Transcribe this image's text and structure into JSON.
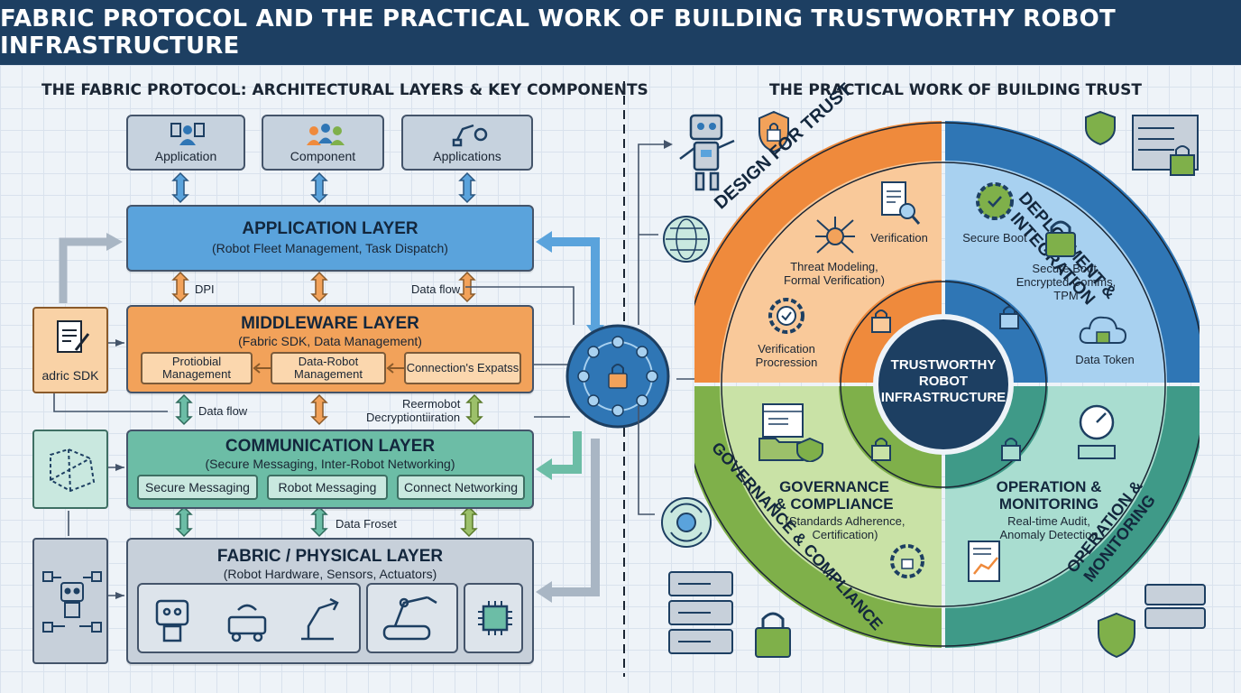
{
  "title": "FABRIC PROTOCOL AND THE PRACTICAL WORK OF BUILDING TRUSTWORTHY ROBOT INFRASTRUCTURE",
  "left": {
    "heading": "THE FABRIC PROTOCOL: ARCHITECTURAL LAYERS & KEY COMPONENTS",
    "top_boxes": [
      "Application",
      "Component",
      "Applications"
    ],
    "application_layer": {
      "title": "APPLICATION LAYER",
      "subtitle": "(Robot Fleet Management, Task Dispatch)"
    },
    "middleware_layer": {
      "title": "MIDDLEWARE LAYER",
      "subtitle": "(Fabric SDK, Data Management)",
      "items": [
        "Protiobial Management",
        "Data-Robot Management",
        "Connection's Expatss"
      ]
    },
    "communication_layer": {
      "title": "COMMUNICATION LAYER",
      "subtitle": "(Secure Messaging, Inter-Robot Networking)",
      "items": [
        "Secure Messaging",
        "Robot Messaging",
        "Connect Networking"
      ]
    },
    "physical_layer": {
      "title": "FABRIC / PHYSICAL LAYER",
      "subtitle": "(Robot Hardware, Sensors, Actuators)"
    },
    "side_sdk": "adric SDK",
    "notes": {
      "dpi": "DPI",
      "data_flow_1": "Data flow",
      "data_flow_2": "Data flow",
      "reermobot": "Reermobot",
      "decryption": "Decryptiontiiration",
      "data_froset": "Data Froset"
    }
  },
  "right": {
    "heading": "THE PRACTICAL WORK OF BUILDING TRUST",
    "center": [
      "TRUSTWORTHY",
      "ROBOT",
      "INFRASTRUCTURE"
    ],
    "design": {
      "title": "DESIGN FOR TRUST",
      "verification": "Verification",
      "threat": [
        "Threat Modeling,",
        "Formal Verification)"
      ],
      "verification_proc": [
        "Verification",
        "Procression"
      ]
    },
    "deployment": {
      "title": "DEPLOYMENT & INTEGRATION",
      "secure_boot": "Secure Boot",
      "details": [
        "Secure Boot,",
        "Encrypted Comms,",
        "TPM"
      ],
      "data_token": "Data Token"
    },
    "governance": {
      "title": "GOVERNANCE & COMPLIANCE",
      "heading": [
        "GOVERNANCE",
        "& COMPLIANCE"
      ],
      "details": [
        "(Standards Adherence,",
        "Certification)"
      ]
    },
    "operation": {
      "title": "OPERATION & MONITORING",
      "heading": [
        "OPERATION &",
        "MONITORING"
      ],
      "details": [
        "Real-time Audit,",
        "Anomaly Detection"
      ]
    }
  },
  "colors": {
    "banner": "#1d3f62",
    "application": "#5aa3dc",
    "middleware": "#f2a25a",
    "communication": "#6cbda6",
    "physical": "#c7d0da",
    "design": "#ef8a3c",
    "deployment": "#2f76b5",
    "governance": "#7fb04a",
    "operation": "#3f9a88",
    "center": "#1d3f62"
  }
}
